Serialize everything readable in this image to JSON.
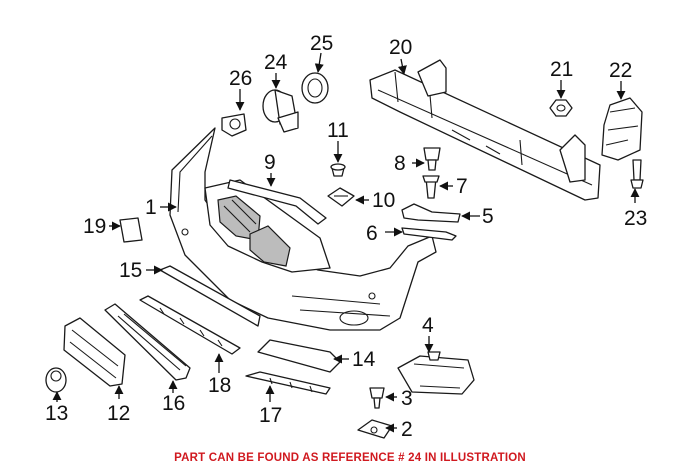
{
  "callouts": [
    {
      "id": "1",
      "label": "1"
    },
    {
      "id": "2",
      "label": "2"
    },
    {
      "id": "3",
      "label": "3"
    },
    {
      "id": "4",
      "label": "4"
    },
    {
      "id": "5",
      "label": "5"
    },
    {
      "id": "6",
      "label": "6"
    },
    {
      "id": "7",
      "label": "7"
    },
    {
      "id": "8",
      "label": "8"
    },
    {
      "id": "9",
      "label": "9"
    },
    {
      "id": "10",
      "label": "10"
    },
    {
      "id": "11",
      "label": "11"
    },
    {
      "id": "12",
      "label": "12"
    },
    {
      "id": "13",
      "label": "13"
    },
    {
      "id": "14",
      "label": "14"
    },
    {
      "id": "15",
      "label": "15"
    },
    {
      "id": "16",
      "label": "16"
    },
    {
      "id": "17",
      "label": "17"
    },
    {
      "id": "18",
      "label": "18"
    },
    {
      "id": "19",
      "label": "19"
    },
    {
      "id": "20",
      "label": "20"
    },
    {
      "id": "21",
      "label": "21"
    },
    {
      "id": "22",
      "label": "22"
    },
    {
      "id": "23",
      "label": "23"
    },
    {
      "id": "24",
      "label": "24"
    },
    {
      "id": "25",
      "label": "25"
    },
    {
      "id": "26",
      "label": "26"
    }
  ],
  "footer": {
    "note": "PART CAN BE FOUND AS REFERENCE # 24 IN ILLUSTRATION",
    "note_color": "#d0191f"
  }
}
